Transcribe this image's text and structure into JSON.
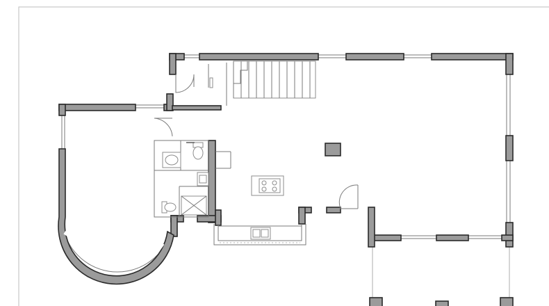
{
  "drawing": {
    "type": "floor-plan",
    "view": "ground floor",
    "colors": {
      "background": "#ffffff",
      "wall_fill": "#9b9b9b",
      "wall_stroke": "#2a2a2a",
      "fixture_line": "#8c8c8c"
    },
    "elements": [
      "staircase",
      "rounded-bay-room",
      "bathroom",
      "toilet",
      "shower",
      "washbasin",
      "kitchen-island-cooktop",
      "kitchen-counter-sink",
      "structural-column",
      "swing-doors",
      "window-openings",
      "porch"
    ]
  }
}
